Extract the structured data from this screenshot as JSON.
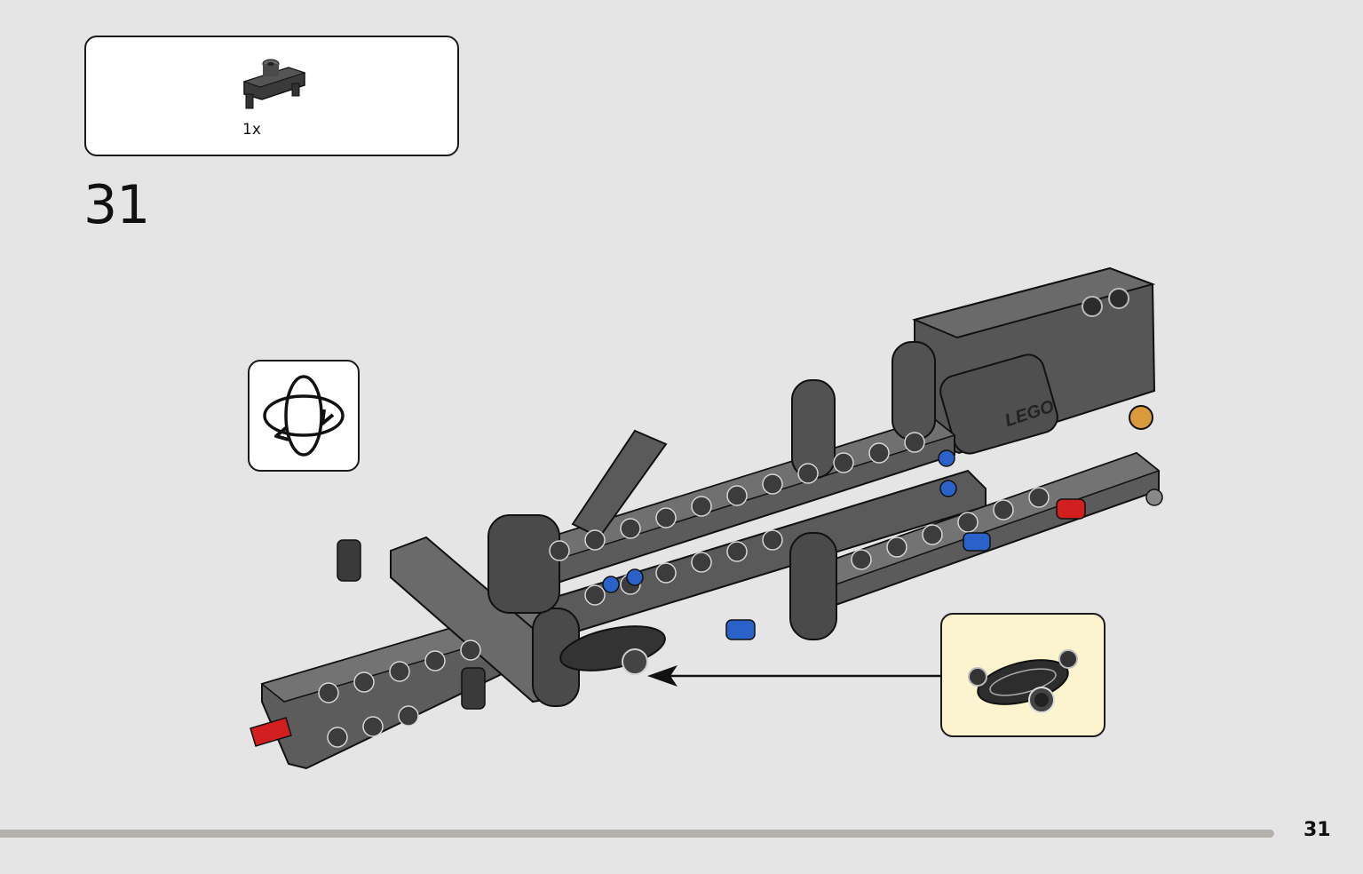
{
  "parts_list": {
    "items": [
      {
        "icon": "technic-link-part-icon",
        "quantity": "1x"
      }
    ]
  },
  "step": {
    "number": "31"
  },
  "rotate_model": {
    "icon": "rotate-model-icon"
  },
  "model": {
    "logo_text": "LEGO"
  },
  "page": {
    "number": "31",
    "progress": 1.0
  },
  "colors": {
    "background": "#e5e5e5",
    "callout_background": "#fbf4cf",
    "part_dark_grey": "#545454",
    "part_black": "#2b2b2b",
    "pin_blue": "#2a62c9",
    "pin_red": "#d21e1e"
  }
}
